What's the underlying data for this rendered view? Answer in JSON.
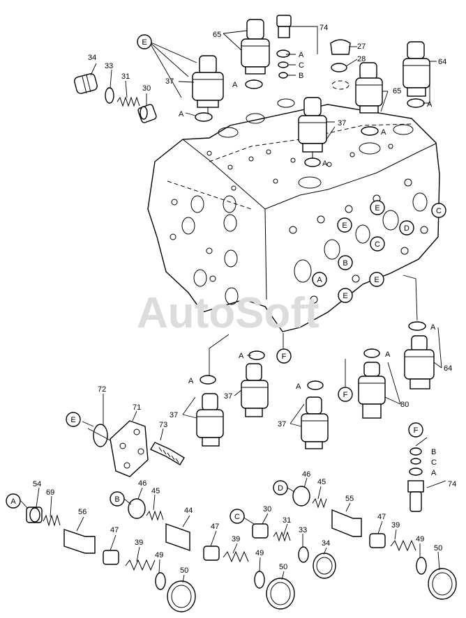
{
  "watermark": "AutoSoft",
  "callouts": {
    "p27": "27",
    "p28": "28",
    "p30": "30",
    "p31": "31",
    "p33": "33",
    "p34": "34",
    "p37": "37",
    "p39": "39",
    "p44": "44",
    "p45": "45",
    "p46": "46",
    "p47": "47",
    "p49": "49",
    "p50": "50",
    "p54": "54",
    "p55": "55",
    "p56": "56",
    "p64": "64",
    "p65": "65",
    "p69": "69",
    "p71": "71",
    "p72": "72",
    "p73": "73",
    "p74": "74",
    "p80": "80"
  },
  "refs": {
    "A": "A",
    "B": "B",
    "C": "C",
    "D": "D",
    "E": "E",
    "F": "F"
  }
}
